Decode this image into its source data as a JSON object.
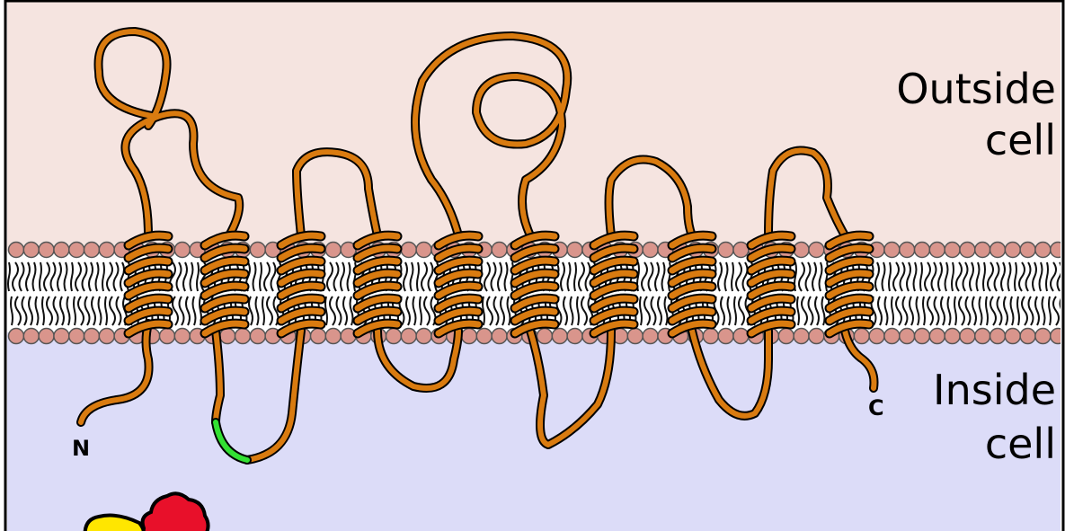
{
  "diagram": {
    "labels": {
      "outside": "Outside",
      "outside_cell": "cell",
      "inside": "Inside",
      "inside_cell": "cell",
      "n_terminus": "N",
      "c_terminus": "C"
    },
    "colors": {
      "outside_bg": "#f5e4e0",
      "inside_bg": "#dcdcf8",
      "lipid_head": "#d9958c",
      "protein": "#d97b10",
      "highlight_segment": "#33e033",
      "border": "#000000"
    },
    "icons": [
      "phospholipid-bilayer",
      "transmembrane-helix",
      "g-protein-cluster"
    ]
  }
}
